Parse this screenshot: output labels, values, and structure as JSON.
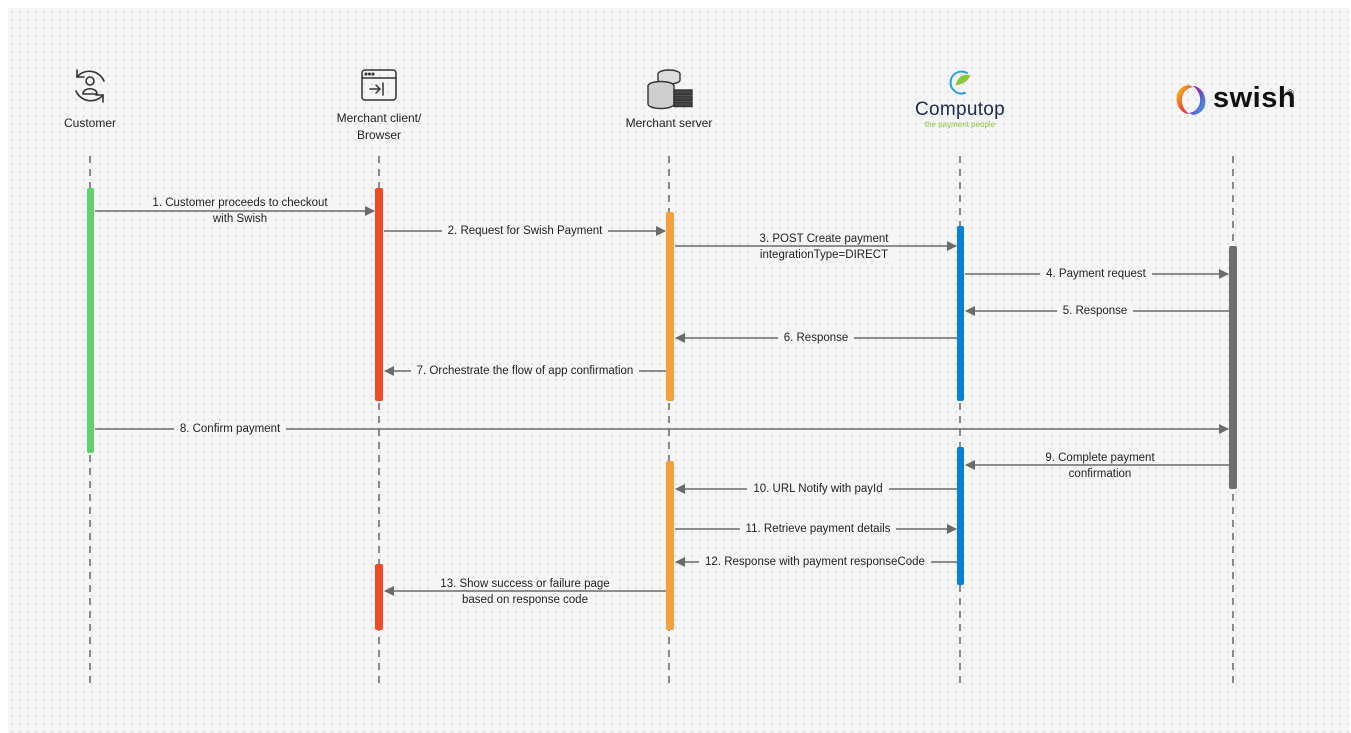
{
  "actors": {
    "customer": {
      "label": "Customer",
      "icon": "customer-sync-icon"
    },
    "merchant_client": {
      "label_line1": "Merchant client/",
      "label_line2": "Browser",
      "icon": "browser-window-icon"
    },
    "merchant_server": {
      "label": "Merchant server",
      "icon": "database-server-icon"
    },
    "computop": {
      "name": "Computop",
      "tagline": "the payment people",
      "icon": "computop-logo-icon"
    },
    "swish": {
      "name": "swish",
      "registered": "®",
      "icon": "swish-logo-icon"
    }
  },
  "colors": {
    "customer": "#5fd16a",
    "merchant_client": "#f2492a",
    "merchant_server": "#f5a03c",
    "computop": "#0a7fd6",
    "swish": "#6e6e6e",
    "arrow": "#6b6b6b",
    "computop_green": "#8cc63f"
  },
  "messages": [
    {
      "line1": "1. Customer proceeds to checkout",
      "line2": "with Swish"
    },
    {
      "line1": "2. Request for Swish Payment",
      "line2": ""
    },
    {
      "line1": "3. POST Create payment",
      "line2": "integrationType=DIRECT"
    },
    {
      "line1": "4. Payment request",
      "line2": ""
    },
    {
      "line1": "5. Response",
      "line2": ""
    },
    {
      "line1": "6. Response",
      "line2": ""
    },
    {
      "line1": "7. Orchestrate the flow of app confirmation",
      "line2": ""
    },
    {
      "line1": "8. Confirm payment",
      "line2": ""
    },
    {
      "line1": "9. Complete payment",
      "line2": "confirmation"
    },
    {
      "line1": "10. URL Notify with payId",
      "line2": ""
    },
    {
      "line1": "11. Retrieve payment details",
      "line2": ""
    },
    {
      "line1": "12. Response with payment responseCode",
      "line2": ""
    },
    {
      "line1": "13. Show success or failure page",
      "line2": "based on response code"
    }
  ]
}
